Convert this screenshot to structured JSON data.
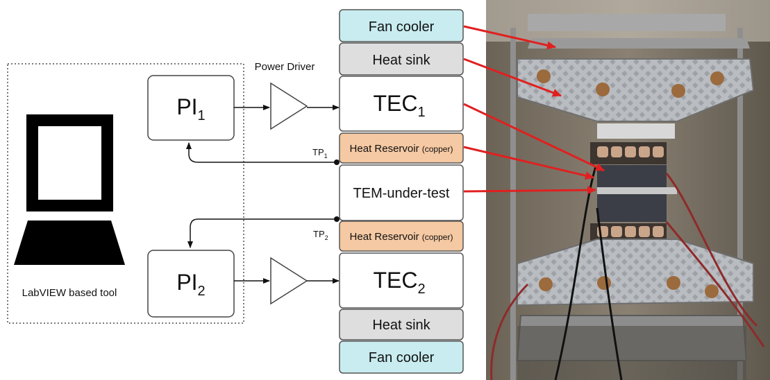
{
  "tool": {
    "label": "LabVIEW based tool"
  },
  "controllers": [
    {
      "name": "PI",
      "sub": "1"
    },
    {
      "name": "PI",
      "sub": "2"
    }
  ],
  "driver": {
    "label": "Power Driver"
  },
  "test_points": [
    {
      "name": "TP",
      "sub": "1"
    },
    {
      "name": "TP",
      "sub": "2"
    }
  ],
  "stack": {
    "fan_cooler_top": "Fan cooler",
    "heat_sink_top": "Heat sink",
    "tec1": {
      "name": "TEC",
      "sub": "1"
    },
    "reservoir_top": {
      "main": "Heat Reservoir",
      "note": "(copper)"
    },
    "tem": "TEM-under-test",
    "reservoir_bottom": {
      "main": "Heat Reservoir",
      "note": "(copper)"
    },
    "tec2": {
      "name": "TEC",
      "sub": "2"
    },
    "heat_sink_bottom": "Heat sink",
    "fan_cooler_bottom": "Fan cooler"
  },
  "colors": {
    "fan_cooler": "#c8ecef",
    "heat_sink": "#dedede",
    "reservoir": "#f5c9a3",
    "arrow_red": "#e02020"
  }
}
